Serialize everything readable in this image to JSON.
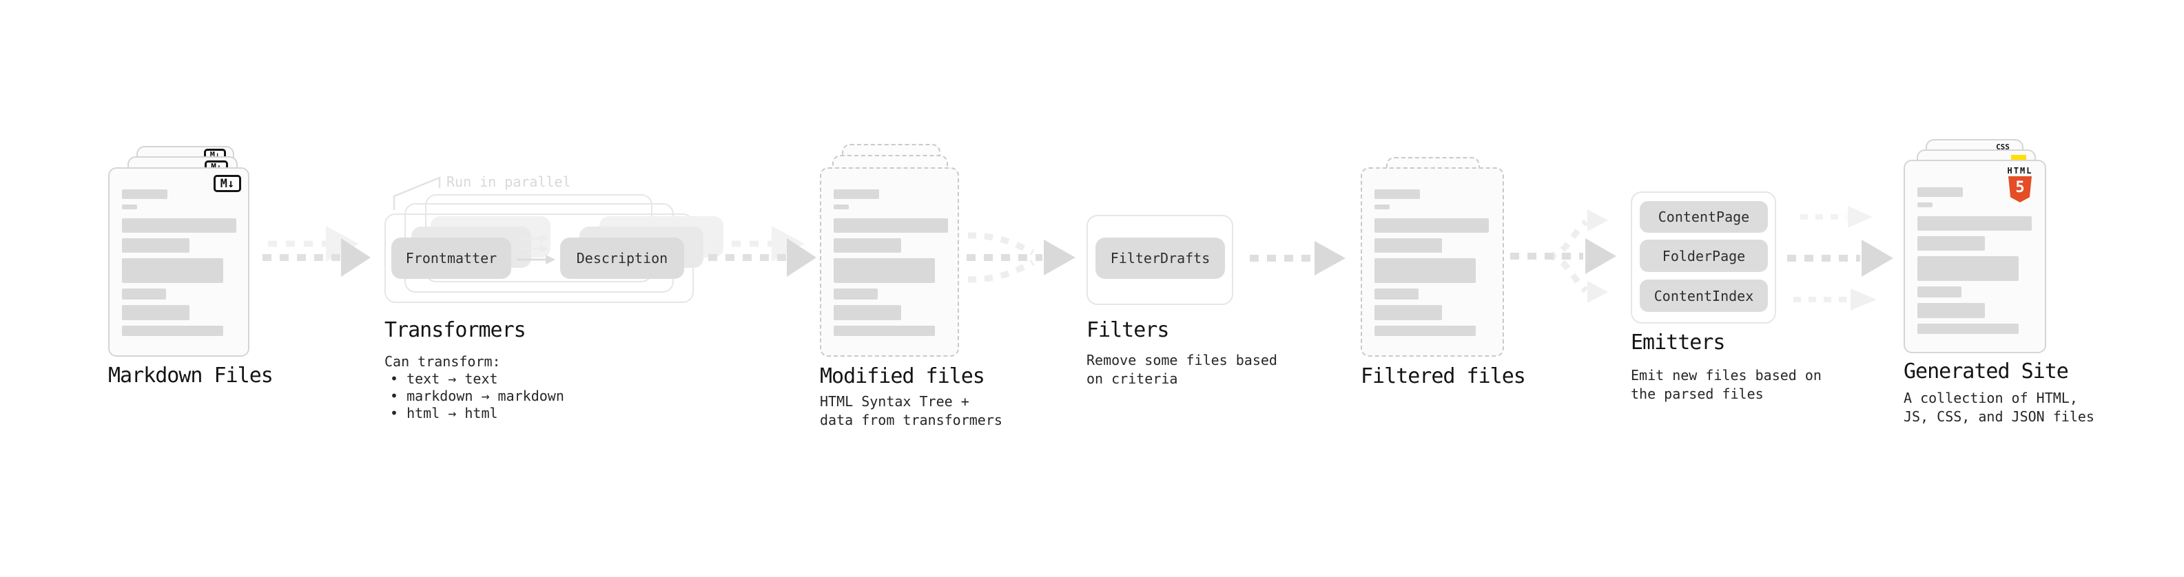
{
  "stages": {
    "markdown": {
      "label": "Markdown Files"
    },
    "transformers": {
      "label": "Transformers",
      "callout": "Run in parallel",
      "btn1": "Frontmatter",
      "btn2": "Description",
      "desc1": "Can transform:",
      "bullets": [
        "• text → text",
        "• markdown → markdown",
        "• html → html"
      ]
    },
    "modified": {
      "label": "Modified files",
      "desc1": "HTML Syntax Tree +",
      "desc2": "data from transformers"
    },
    "filters": {
      "label": "Filters",
      "btn1": "FilterDrafts",
      "desc1": "Remove some files based",
      "desc2": "on criteria"
    },
    "filtered": {
      "label": "Filtered files"
    },
    "emitters": {
      "label": "Emitters",
      "btn1": "ContentPage",
      "btn2": "FolderPage",
      "btn3": "ContentIndex",
      "desc1": "Emit new files based on",
      "desc2": "the parsed files"
    },
    "site": {
      "label": "Generated Site",
      "desc1": "A collection of HTML,",
      "desc2": "JS, CSS, and JSON files"
    }
  },
  "icons": {
    "markdown_badge": "M↓",
    "html_label": "HTML",
    "html_number": "5",
    "css_label": "CSS"
  },
  "colors": {
    "js_yellow": "#ffdf00",
    "css_blue": "#2f6bf2",
    "html_orange": "#e44d26"
  }
}
